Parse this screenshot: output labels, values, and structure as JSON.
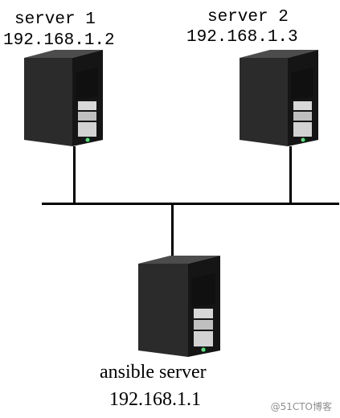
{
  "servers": {
    "server1": {
      "name": "server  1",
      "ip": "192.168.1.2",
      "icon": "tower-server-icon"
    },
    "server2": {
      "name": "server 2",
      "ip": "192.168.1.3",
      "icon": "tower-server-icon"
    },
    "control": {
      "name": "ansible server",
      "ip": "192.168.1.1",
      "icon": "tower-server-icon"
    }
  },
  "watermark": "@51CTO博客",
  "colors": {
    "line": "#000000",
    "server_body": "#2c2c2c",
    "server_front": "#1a1a1a",
    "bay": "#dcdcdc",
    "led": "#53e07a"
  }
}
